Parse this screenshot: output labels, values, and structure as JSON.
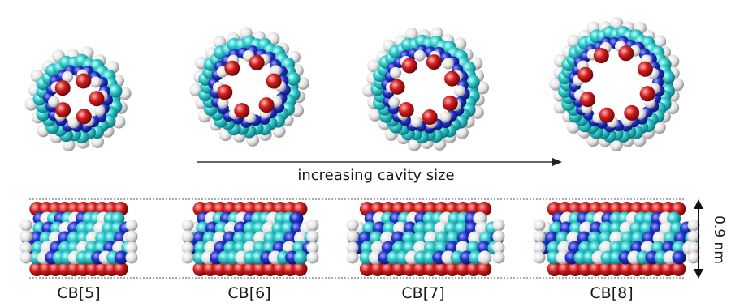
{
  "caption": "increasing cavity size",
  "height_label": "0.9 nm",
  "molecules": [
    {
      "label": "CB[5]",
      "units": 5
    },
    {
      "label": "CB[6]",
      "units": 6
    },
    {
      "label": "CB[7]",
      "units": 7
    },
    {
      "label": "CB[8]",
      "units": 8
    }
  ],
  "colors": {
    "carbon": "#2ec9c9",
    "nitrogen": "#2230c8",
    "oxygen": "#d11c1c",
    "hydrogen": "#e4e4e4",
    "line": "#333333"
  }
}
